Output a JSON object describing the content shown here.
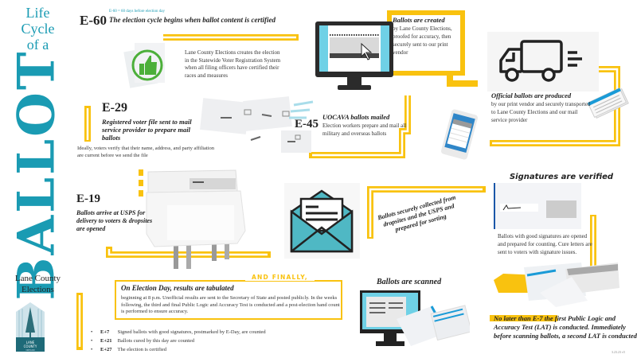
{
  "sidebar": {
    "title_line1": "Life",
    "title_line2": "Cycle",
    "title_line3": "of a",
    "title_big": "BALLOT",
    "org_line1": "Lane County",
    "org_line2": "Elections",
    "logo_text": "LANE COUNTY OREGON"
  },
  "steps": {
    "e60": {
      "note": "E-60  = 60 days before election day",
      "code": "E-60",
      "title": "The election cycle begins when ballot content is certified",
      "desc": "Lane County Elections creates the election in the Statewide Voter Registration System when all filing officers have certified their races and measures"
    },
    "created": {
      "title": "Ballots are created",
      "desc": "by Lane County Elections, proofed for accuracy, then securely sent to our print vendor"
    },
    "official": {
      "title": "Official ballots are produced",
      "desc": "by our print vendor and securely transported to Lane County Elections and our mail service provider"
    },
    "e29": {
      "code": "E-29",
      "title": "Registered voter file sent to mail service provider to prepare mail ballots",
      "desc": "Ideally, voters verify that their name, address, and party affiliation are current before we send the file"
    },
    "e45": {
      "code": "E-45",
      "title": "UOCAVA ballots mailed",
      "desc": "Election workers prepare and mail all military and overseas ballots"
    },
    "e19": {
      "code": "E-19",
      "title": "Ballots arrive at USPS for delivery to voters & dropsites are opened"
    },
    "collected": {
      "title": "Ballots securely collected from dropsites and the USPS and prepared for sorting"
    },
    "signatures": {
      "title": "Signatures are verified",
      "desc": "Ballots with good signatures are opened and prepared for counting. Cure letters are sent to voters with signature issues."
    },
    "scanned": {
      "title": "Ballots are scanned"
    },
    "lat": {
      "title": "No later than E-7 the first Public Logic and Accuracy Test (LAT) is conducted. Immediately before scanning ballots, a second LAT is conducted"
    },
    "finally": {
      "label": "AND FINALLY,",
      "title": "On Election Day, results are tabulated",
      "desc": "beginning at 8 p.m. Unofficial results are sent to the Secretary of State and posted publicly. In the weeks following, the third and final Public Logic and Accuracy Test is conducted and a post-election hand count is performed to ensure accuracy.",
      "bullets": [
        {
          "code": "E+7",
          "text": "Signed ballots with good signatures, postmarked by E-Day, are counted"
        },
        {
          "code": "E+21",
          "text": "Ballots cured by this day are counted"
        },
        {
          "code": "E+27",
          "text": "The election is certified"
        }
      ]
    }
  },
  "footer": {
    "version": "3.23.23 v5"
  },
  "colors": {
    "accent_yellow": "#f9c20f",
    "teal": "#1a9bb3",
    "envelope_teal": "#4fb8c4",
    "thumb_green": "#4caf3a"
  }
}
